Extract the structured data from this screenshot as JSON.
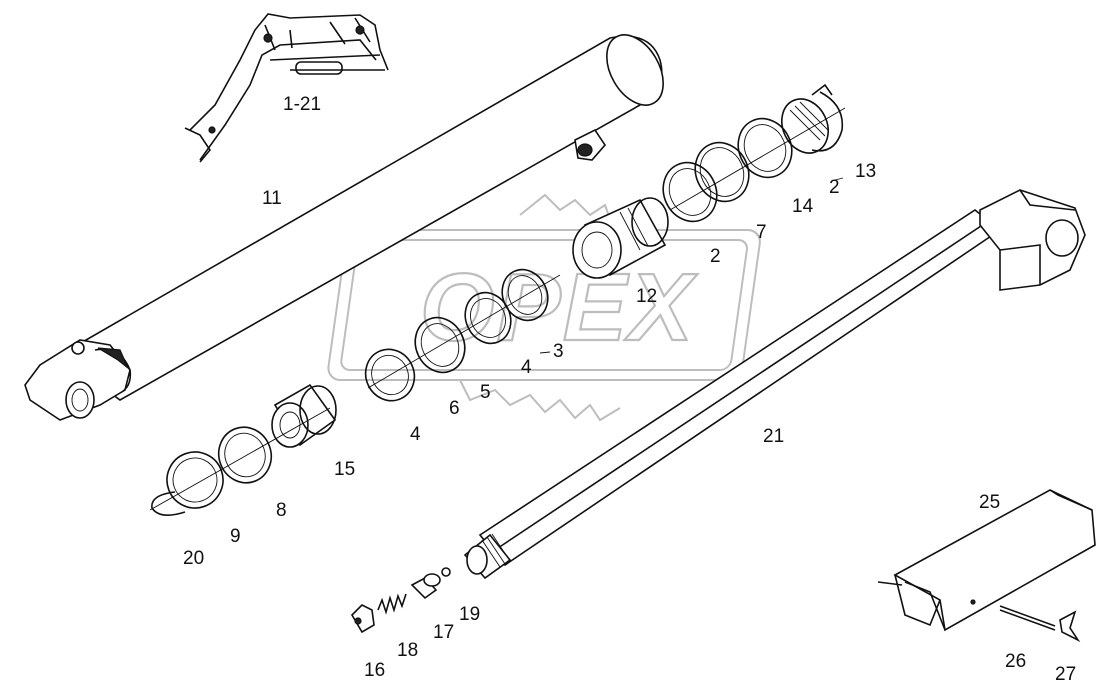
{
  "watermark": {
    "text": "OPEX"
  },
  "labels": {
    "l1_21": "1-21",
    "l11": "11",
    "l13": "13",
    "l2a": "2",
    "l14": "14",
    "l7": "7",
    "l2b": "2",
    "l12": "12",
    "l3": "3",
    "l4a": "4",
    "l5": "5",
    "l6": "6",
    "l4b": "4",
    "l21": "21",
    "l15": "15",
    "l8": "8",
    "l9": "9",
    "l20": "20",
    "l25": "25",
    "l19": "19",
    "l17": "17",
    "l18": "18",
    "l16": "16",
    "l26": "26",
    "l27": "27"
  }
}
